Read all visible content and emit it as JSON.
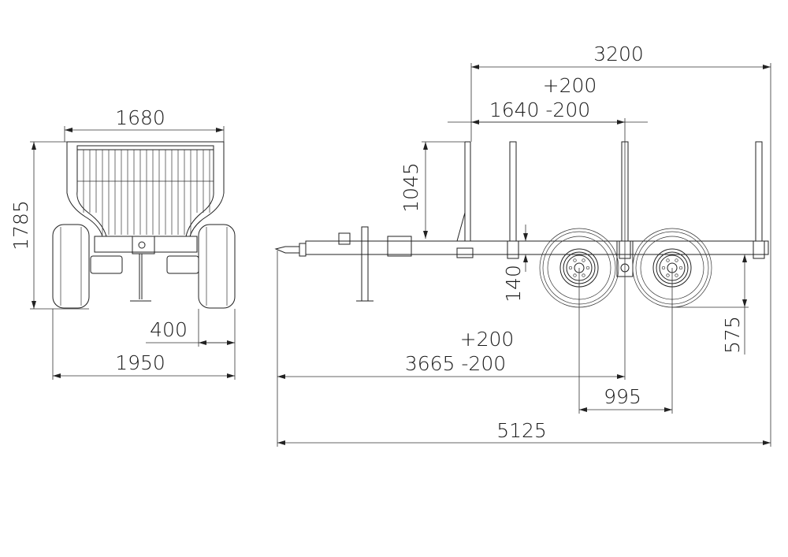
{
  "front_view": {
    "dims": {
      "width_top": "1680",
      "height": "1785",
      "wheel_width": "400",
      "track_width": "1950"
    }
  },
  "side_view": {
    "dims": {
      "bed_length": "3200",
      "stanchion_offset_tol_plus": "+200",
      "stanchion_offset": "1640 -200",
      "front_post_height": "1045",
      "beam_height": "140",
      "ground_clearance": "575",
      "axle_offset_tol_plus": "+200",
      "axle_offset": "3665 -200",
      "axle_spacing": "995",
      "total_length": "5125"
    }
  }
}
